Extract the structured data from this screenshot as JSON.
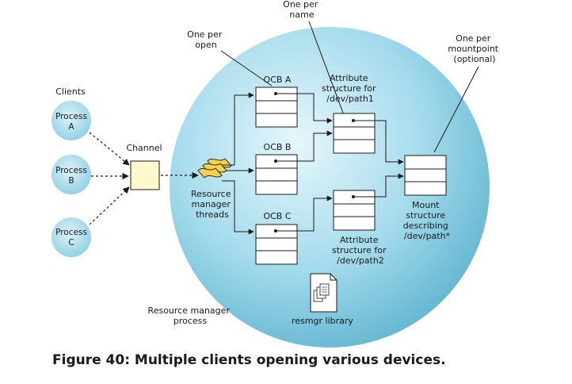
{
  "labels": {
    "clients": "Clients",
    "process_a": [
      "Process",
      "A"
    ],
    "process_b": [
      "Process",
      "B"
    ],
    "process_c": [
      "Process",
      "C"
    ],
    "channel": "Channel",
    "threads": [
      "Resource",
      "manager",
      "threads"
    ],
    "one_per_open": [
      "One per",
      "open"
    ],
    "one_per_name": [
      "One per",
      "name"
    ],
    "one_per_mountpoint": [
      "One per",
      "mountpoint",
      "(optional)"
    ],
    "ocb_a": "OCB A",
    "ocb_b": "OCB B",
    "ocb_c": "OCB C",
    "attr1": [
      "Attribute",
      "structure for",
      "/dev/path1"
    ],
    "attr2": [
      "Attribute",
      "structure for",
      "/dev/path2"
    ],
    "mount": [
      "Mount",
      "structure",
      "describing",
      "/dev/path*"
    ],
    "rm_process": [
      "Resource manager",
      "process"
    ],
    "resmgr_library": "resmgr library"
  },
  "caption": "Figure 40: Multiple clients opening various devices.",
  "colors": {
    "sphere_light": "#e6f6fb",
    "sphere_mid": "#a6dced",
    "sphere_dark": "#5fb4cf",
    "process_fill": "#b4e0ee",
    "channel_fill": "#fff8cc",
    "threads_fill": "#f5d24c"
  }
}
